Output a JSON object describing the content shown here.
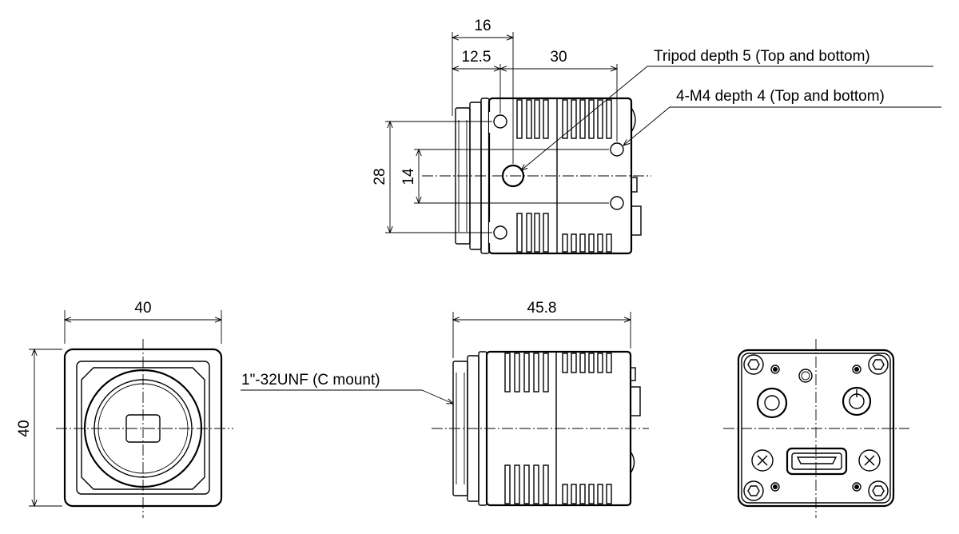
{
  "top_view": {
    "dim_total": "16",
    "dim_mount": "12.5",
    "dim_body": "30",
    "dim_height_outer": "28",
    "dim_height_inner": "14",
    "note_tripod": "Tripod depth 5 (Top and bottom)",
    "note_m4": "4-M4 depth 4 (Top and bottom)"
  },
  "front_view": {
    "dim_width": "40",
    "dim_height": "40"
  },
  "side_view": {
    "dim_length": "45.8",
    "note_mount": "1\"-32UNF (C mount)"
  },
  "rear_view": {}
}
